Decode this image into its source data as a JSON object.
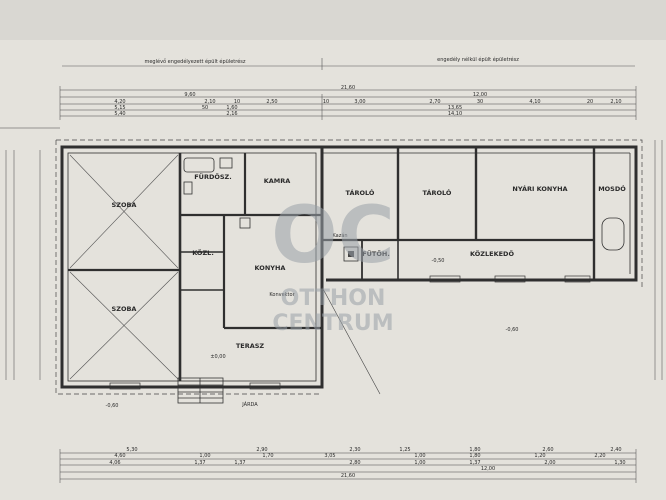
{
  "header": {
    "left_caption": "meglévő engedélyezett épült épületrész",
    "right_caption": "engedély nélkül épült épületrész"
  },
  "top_dims": {
    "total": "21,60",
    "a": "9,60",
    "b": "12,00",
    "row1": [
      "4,20",
      "2,10",
      "10",
      "2,50",
      "10",
      "3,00",
      "2,70",
      "30",
      "4,10",
      "20",
      "2,10"
    ],
    "row2": [
      "5,15",
      "50",
      "1,60",
      "13,65"
    ],
    "row3": [
      "5,40",
      "2,16",
      "14,10"
    ]
  },
  "bottom_dims": {
    "total": "21,60",
    "right": "12,00",
    "row1": [
      "5,30",
      "2,90",
      "2,30",
      "1,25",
      "1,80",
      "2,60",
      "2,40"
    ],
    "row2": [
      "4,60",
      "1,00",
      "1,70",
      "3,05",
      "1,00",
      "1,80",
      "1,20",
      "2,20"
    ],
    "row3": [
      "4,06",
      "1,37",
      "1,37",
      "2,80",
      "1,00",
      "1,37",
      "2,00",
      "1,30"
    ]
  },
  "rooms": {
    "szoba1": "SZOBA",
    "szoba2": "SZOBA",
    "furdo": "FÜRDŐSZ.",
    "kamra": "KAMRA",
    "kozl": "KÖZL.",
    "konyha": "KONYHA",
    "terasz": "TERASZ",
    "tarolo1": "TÁROLÓ",
    "tarolo2": "TÁROLÓ",
    "nyari": "NYÁRI KONYHA",
    "mosdo": "MOSDÓ",
    "futoh": "FŰTŐH.",
    "kozlekedo": "KÖZLEKEDŐ"
  },
  "notes": {
    "kazan": "Kazán",
    "konvektor": "Konvektor",
    "jarda": "JÁRDA",
    "level_zero": "±0,00",
    "level_a": "-0,60",
    "level_b": "-0,60",
    "level_c": "-0,50"
  },
  "watermark": {
    "mark": "OC",
    "line1": "OTTHON",
    "line2": "CENTRUM"
  }
}
